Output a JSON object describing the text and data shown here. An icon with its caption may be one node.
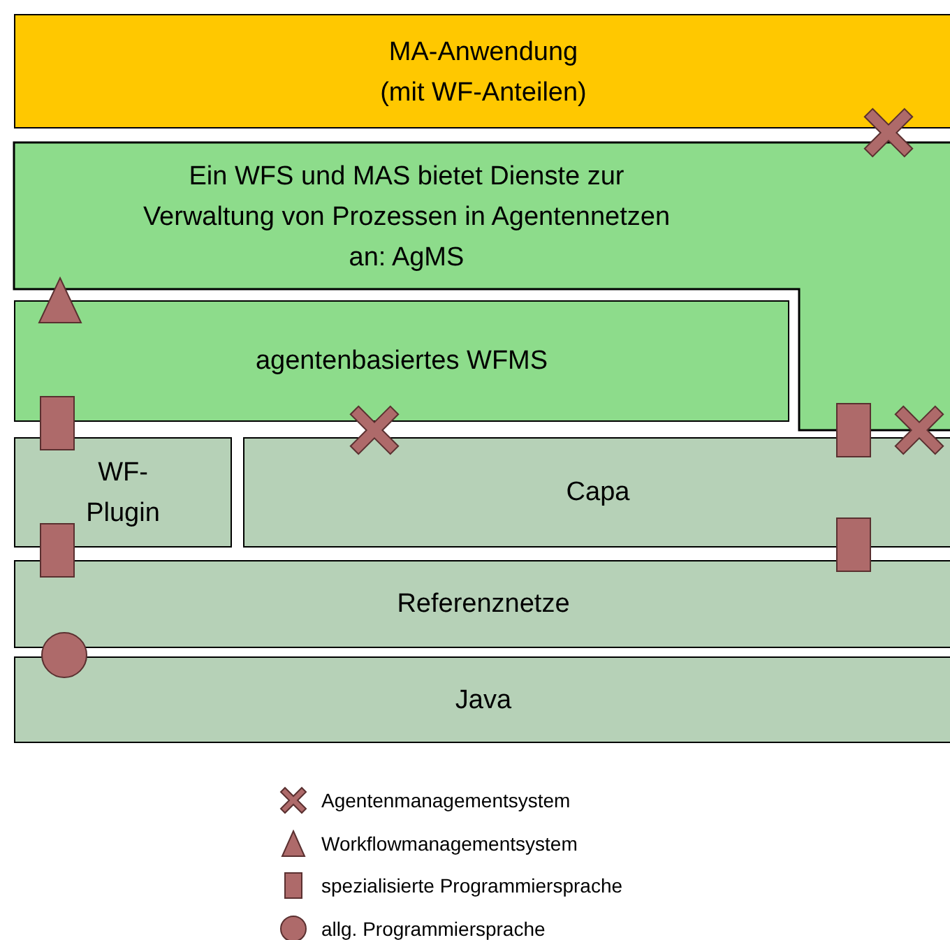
{
  "diagram": {
    "nodes": [
      {
        "text": [
          "MA-Anwendung",
          "(mit WF-Anteilen)"
        ]
      },
      {
        "text": [
          "Ein WFS und MAS bietet Dienste zur Verwaltung von Prozessen in Agentennetzen an: AgMS"
        ]
      },
      {
        "text": [
          "agentenbasiertes WFMS"
        ]
      },
      {
        "text": [
          "WF-Plugin"
        ]
      },
      {
        "text": [
          "Capa"
        ]
      },
      {
        "text": [
          "Referenznetze"
        ]
      },
      {
        "text": [
          "Java"
        ]
      }
    ],
    "legend": [
      {
        "text": "Agentenmanagementsystem"
      },
      {
        "text": "Workflowmanagementsystem"
      },
      {
        "text": "spezialisierte Programmiersprache"
      },
      {
        "text": "allg. Programmiersprache"
      }
    ]
  }
}
